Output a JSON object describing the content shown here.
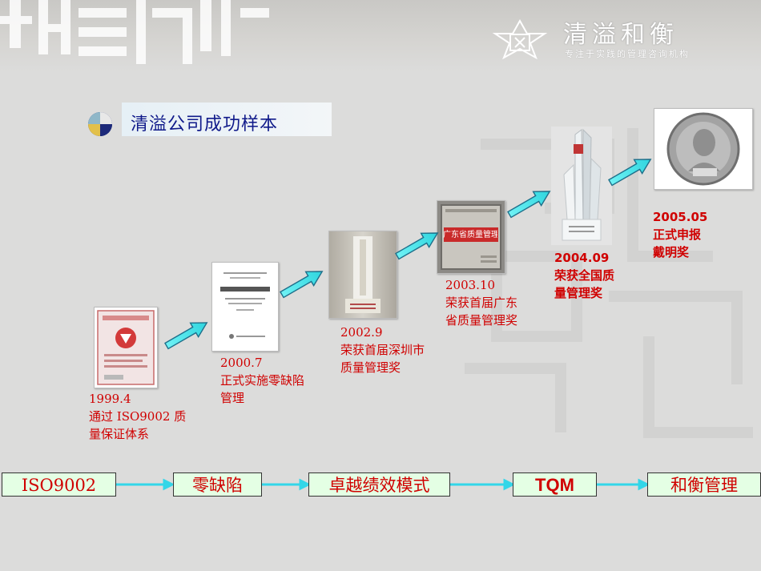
{
  "header": {
    "brand_name": "清溢和衡",
    "slogan": "专注于实践的管理咨询机构"
  },
  "title": "清溢公司成功样本",
  "milestones": [
    {
      "date": "1999.4",
      "lines": [
        "通过 ISO9002 质",
        "量保证体系"
      ]
    },
    {
      "date": "2000.7",
      "lines": [
        "正式实施零缺陷",
        "管理"
      ]
    },
    {
      "date": "2002.9",
      "lines": [
        "荣获首届深圳市",
        "质量管理奖"
      ]
    },
    {
      "date": "2003.10",
      "lines": [
        "荣获首届广东",
        "省质量管理奖"
      ]
    },
    {
      "date": "2004.09",
      "lines": [
        "荣获全国质",
        "量管理奖"
      ]
    },
    {
      "date": "2005.05",
      "lines": [
        "正式申报",
        "戴明奖"
      ]
    }
  ],
  "stages": [
    "ISO9002",
    "零缺陷",
    "卓越绩效模式",
    "TQM",
    "和衡管理"
  ],
  "plaque_text": "广东省质量管理奖",
  "colors": {
    "caption": "#d00000",
    "title": "#101a8a",
    "arrow": "#55e8ee",
    "stage_bg": "#e4ffe4",
    "connector": "#33d6e8"
  },
  "icons": {
    "title_bullet": "quad-circle-icon",
    "flow_arrow": "cyan-arrow-icon",
    "logo": "star-seal-emblem-icon"
  }
}
